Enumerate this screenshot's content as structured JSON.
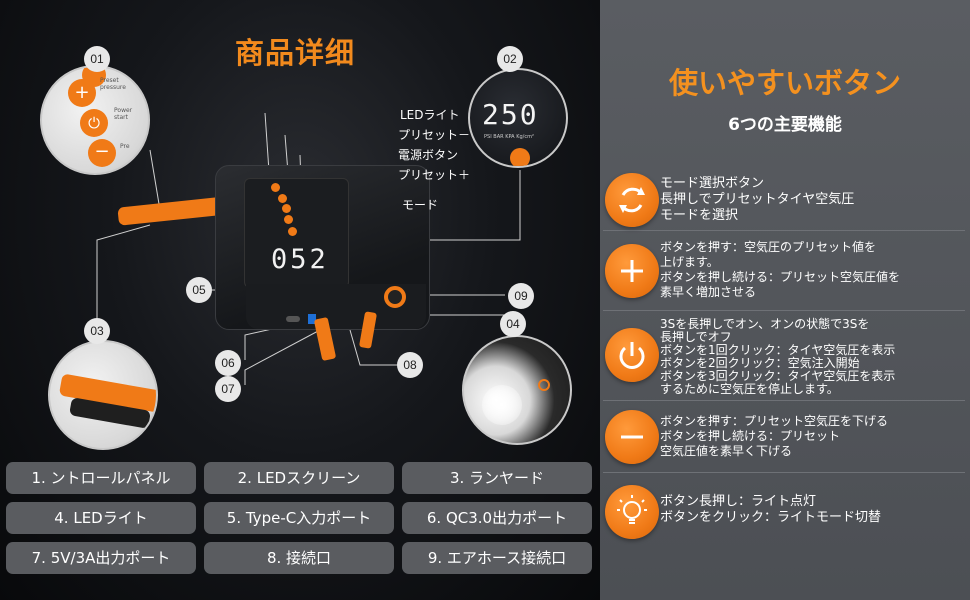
{
  "left_title": "商品详细",
  "callouts": [
    "01",
    "02",
    "03",
    "04",
    "05",
    "06",
    "07",
    "08",
    "09"
  ],
  "zoom01_labels": {
    "top": "Preset\npressure",
    "mid": "Power\nstart",
    "bottom": "Pre"
  },
  "display_big": "052",
  "display_zoom": "250",
  "display_units": [
    "PSI",
    "BAR",
    "KPA",
    "Kg/cm²"
  ],
  "panel_labels": {
    "led_light": "LEDライト",
    "preset_minus": "プリセット－",
    "power_button": "電源ボタン",
    "preset_plus": "プリセット＋",
    "mode": "モード"
  },
  "spec_pills": [
    "1. ントロールパネル",
    "2. LEDスクリーン",
    "3. ランヤード",
    "4. LEDライト",
    "5. Type-C入力ポート",
    "6. QC3.0出力ポート",
    "7. 5V/3A出力ポート",
    "8. 接続口",
    "9. エアホース接続口"
  ],
  "right_title": "使いやすいボタン",
  "right_subtitle": "6つの主要機能",
  "features": [
    {
      "icon": "mode-refresh-icon",
      "text": "モード選択ボタン\n長押しでプリセットタイヤ空気圧\nモードを選択"
    },
    {
      "icon": "plus-icon",
      "text": "ボタンを押す：空気圧のプリセット値を\n上げます。\nボタンを押し続ける：プリセット空気圧値を\n素早く増加させる"
    },
    {
      "icon": "power-icon",
      "text": "3Sを長押しでオン、オンの状態で3Sを\n長押しでオフ\nボタンを1回クリック：タイヤ空気圧を表示\nボタンを2回クリック：空気注入開始\nボタンを3回クリック：タイヤ空気圧を表示\nするために空気圧を停止します。"
    },
    {
      "icon": "minus-icon",
      "text": "ボタンを押す：プリセット空気圧を下げる\nボタンを押し続ける：プリセット\n空気圧値を素早く下げる"
    },
    {
      "icon": "lightbulb-icon",
      "text": "ボタン長押し：ライト点灯\nボタンをクリック：ライトモード切替"
    }
  ],
  "colors": {
    "accent": "#f28a1d",
    "panel": "#4c4f54",
    "pill": "#5a5c60"
  }
}
